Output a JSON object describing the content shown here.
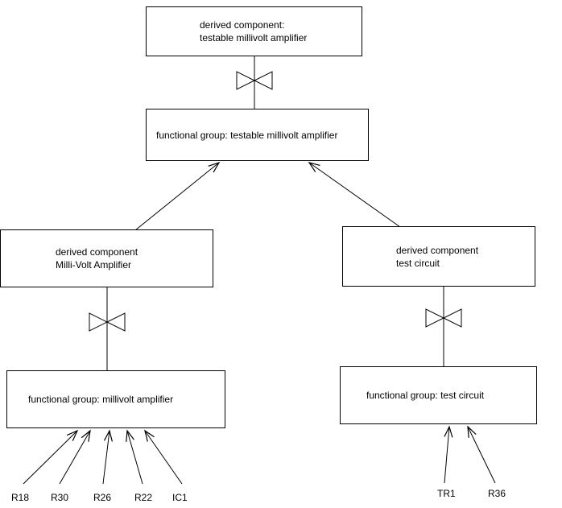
{
  "diagram": {
    "background": "#ffffff",
    "line_color": "#000000",
    "nodes": {
      "derived_top": {
        "line1": "derived component:",
        "line2": "testable millivolt amplifier"
      },
      "fg_top": {
        "line1": "functional group: testable millivolt amplifier"
      },
      "derived_left": {
        "line1": "derived component",
        "line2": "Milli-Volt Amplifier"
      },
      "derived_right": {
        "line1": "derived component",
        "line2": "test circuit"
      },
      "fg_left": {
        "line1": "functional group: millivolt amplifier"
      },
      "fg_right": {
        "line1": "functional group: test circuit"
      }
    },
    "leaves_left": [
      "R18",
      "R30",
      "R26",
      "R22",
      "IC1"
    ],
    "leaves_right": [
      "TR1",
      "R36"
    ],
    "symbols": {
      "decomposition": "bowtie"
    }
  }
}
